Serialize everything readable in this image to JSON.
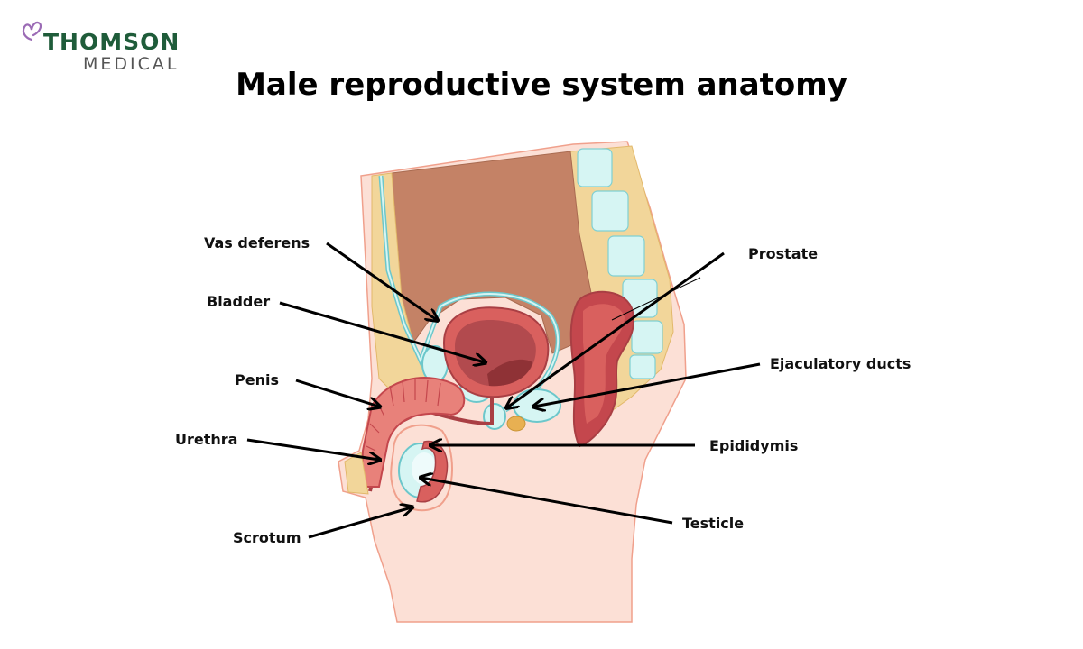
{
  "brand": {
    "name_top": "THOMSON",
    "name_bottom": "MEDICAL"
  },
  "title": "Male reproductive system anatomy",
  "labels": {
    "vas_deferens": "Vas deferens",
    "bladder": "Bladder",
    "penis": "Penis",
    "urethra": "Urethra",
    "scrotum": "Scrotum",
    "prostate": "Prostate",
    "ejaculatory_ducts": "Ejaculatory ducts",
    "epididymis": "Epididymis",
    "testicle": "Testicle"
  },
  "colors": {
    "skin": "#fce0d6",
    "skin_outline": "#f0a08c",
    "rectum": "#c48266",
    "bone": "#f2d69a",
    "vertebra": "#d6f5f3",
    "duct": "#6cc7cb",
    "organ": "#d9605e",
    "organ_dark": "#a93f44",
    "brand_green": "#1f5c3a"
  }
}
